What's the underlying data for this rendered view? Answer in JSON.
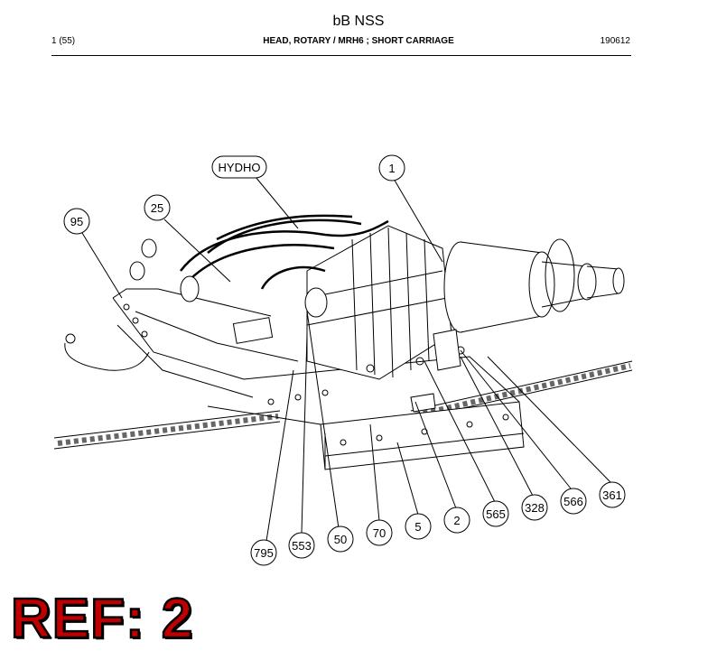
{
  "header": {
    "doc_title": "bB NSS",
    "page_ref": "1 (55)",
    "section_title": "HEAD, ROTARY / MRH6 ; SHORT CARRIAGE",
    "doc_code": "190612"
  },
  "callouts": [
    "HYDHO",
    "1",
    "25",
    "95",
    "795",
    "553",
    "50",
    "70",
    "5",
    "2",
    "565",
    "328",
    "566",
    "361"
  ],
  "ref_label": "REF: 2",
  "colors": {
    "ref": "#c00000",
    "line": "#000000",
    "paper": "#ffffff"
  }
}
